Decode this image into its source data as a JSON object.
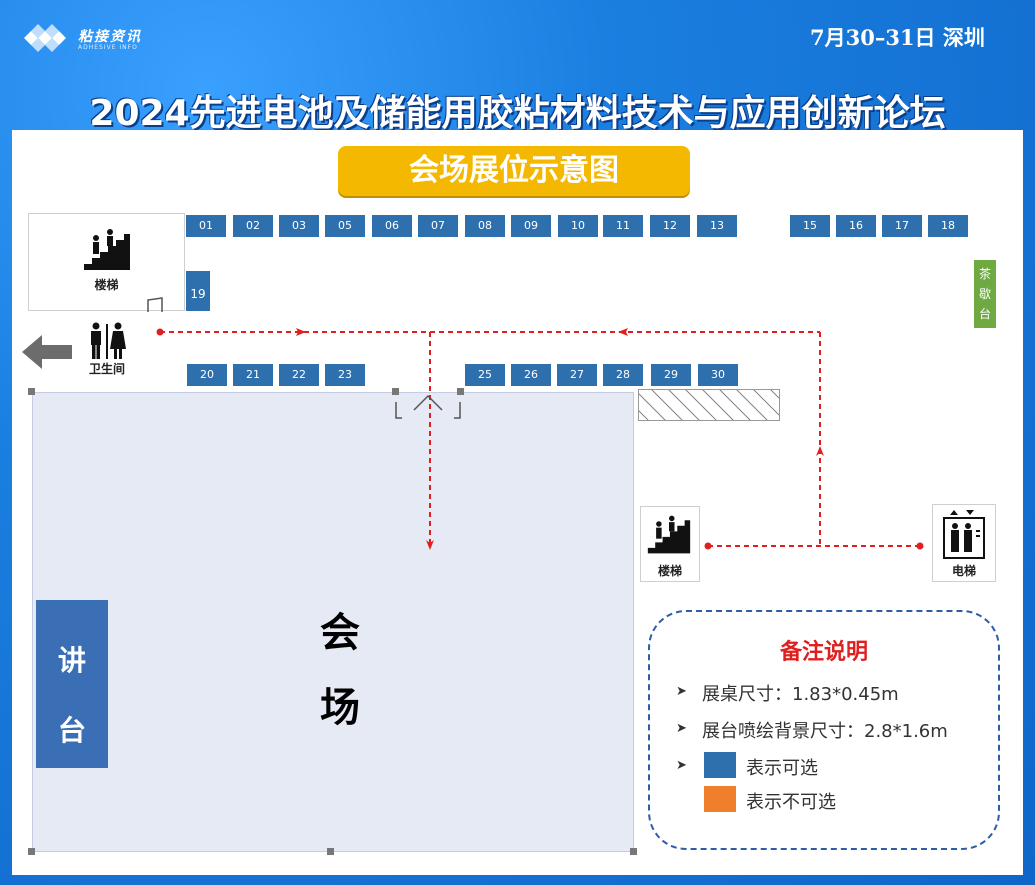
{
  "header": {
    "logo_text": "粘接资讯",
    "logo_subtext": "ADHESIVE INFO",
    "date_location": "7月30–31日 深圳",
    "title": "2024先进电池及储能用胶粘材料技术与应用创新论坛"
  },
  "map": {
    "subtitle": "会场展位示意图",
    "booths_top_row": [
      "01",
      "02",
      "03",
      "05",
      "06",
      "07",
      "08",
      "09",
      "10",
      "11",
      "12",
      "13",
      "15",
      "16",
      "17",
      "18"
    ],
    "booth_side": "19",
    "booths_bottom_left": [
      "20",
      "21",
      "22",
      "23"
    ],
    "booths_bottom_right": [
      "25",
      "26",
      "27",
      "28",
      "29",
      "30"
    ],
    "stairs_top_label": "楼梯",
    "toilet_label": "卫生间",
    "tea_label": "茶歇台",
    "hall_label_line1": "会",
    "hall_label_line2": "场",
    "stage_label_line1": "讲",
    "stage_label_line2": "台",
    "stairs_bottom_label": "楼梯",
    "elevator_label": "电梯"
  },
  "notes": {
    "title": "备注说明",
    "line1": "展桌尺寸：1.83*0.45m",
    "line2": "展台喷绘背景尺寸：2.8*1.6m",
    "legend_available": "表示可选",
    "legend_unavailable": "表示不可选"
  },
  "colors": {
    "booth_available": "#2e6fae",
    "booth_unavailable": "#ef7f2a",
    "accent": "#f5b800",
    "route": "#e02020"
  }
}
